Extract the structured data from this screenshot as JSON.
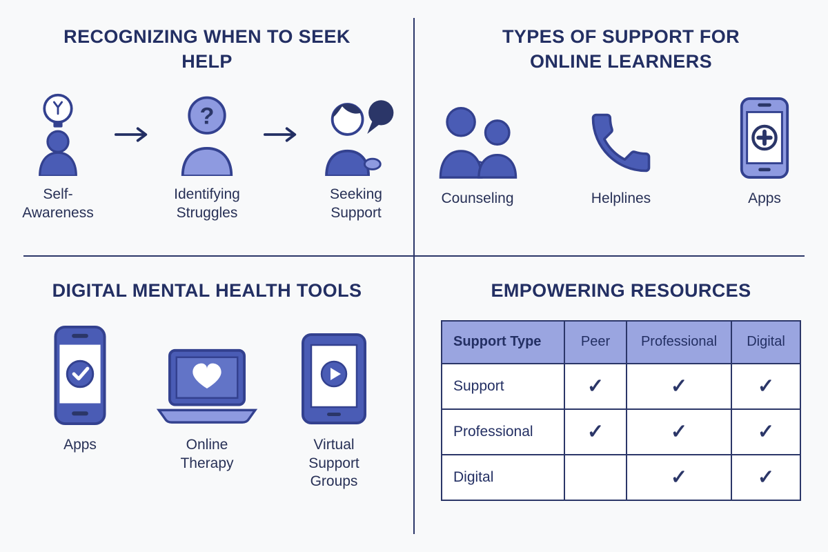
{
  "colors": {
    "background": "#f8f9fa",
    "navy": "#232f63",
    "blue": "#4a5cb5",
    "light_blue": "#8e9ae0",
    "table_header_bg": "#9aa5e0",
    "divider": "#2b3668"
  },
  "sections": {
    "recognizing": {
      "title": "RECOGNIZING WHEN TO SEEK HELP",
      "steps": [
        {
          "icon": "person-lightbulb-icon",
          "label": "Self-Awareness"
        },
        {
          "icon": "person-question-icon",
          "label": "Identifying Struggles"
        },
        {
          "icon": "person-speech-icon",
          "label": "Seeking Support"
        }
      ]
    },
    "support_types": {
      "title": "TYPES OF SUPPORT FOR ONLINE LEARNERS",
      "items": [
        {
          "icon": "counseling-people-icon",
          "label": "Counseling"
        },
        {
          "icon": "phone-handset-icon",
          "label": "Helplines"
        },
        {
          "icon": "phone-plus-icon",
          "label": "Apps"
        }
      ]
    },
    "digital_tools": {
      "title": "DIGITAL MENTAL HEALTH TOOLS",
      "items": [
        {
          "icon": "phone-check-icon",
          "label": "Apps"
        },
        {
          "icon": "laptop-heart-icon",
          "label": "Online Therapy"
        },
        {
          "icon": "tablet-play-icon",
          "label": "Virtual Support Groups"
        }
      ]
    },
    "resources": {
      "title": "EMPOWERING RESOURCES",
      "table": {
        "headers": [
          "Support Type",
          "Peer",
          "Professional",
          "Digital"
        ],
        "rows": [
          {
            "label": "Support",
            "cells": [
              "✓",
              "✓",
              "✓"
            ]
          },
          {
            "label": "Professional",
            "cells": [
              "✓",
              "✓",
              "✓"
            ]
          },
          {
            "label": "Digital",
            "cells": [
              "",
              "✓",
              "✓"
            ]
          }
        ]
      }
    }
  }
}
